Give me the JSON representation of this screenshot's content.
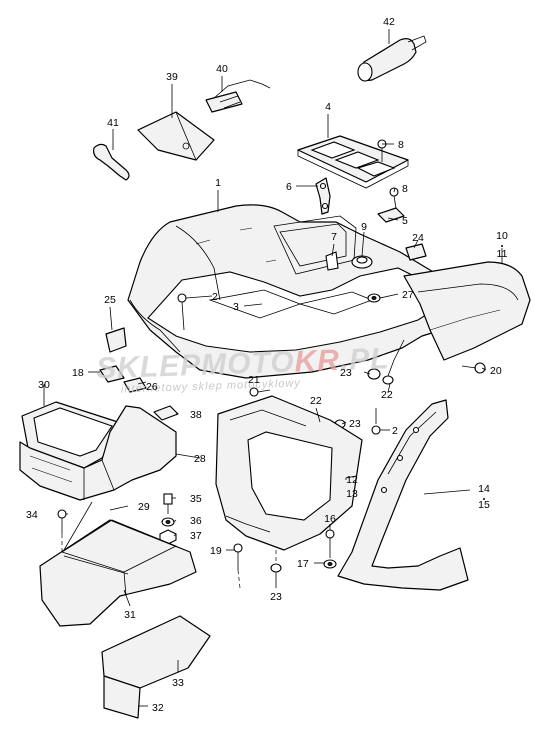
{
  "watermark": {
    "brand_a": "SKLEP",
    "brand_b": "MOTO",
    "brand_c": "KR",
    "brand_d": ".PL",
    "tagline": "internetowy sklep motocyklowy"
  },
  "callouts": [
    {
      "id": "c1",
      "text": "1"
    },
    {
      "id": "c2a",
      "text": "2"
    },
    {
      "id": "c2b",
      "text": "2"
    },
    {
      "id": "c3",
      "text": "3"
    },
    {
      "id": "c4",
      "text": "4"
    },
    {
      "id": "c5",
      "text": "5"
    },
    {
      "id": "c6",
      "text": "6"
    },
    {
      "id": "c7",
      "text": "7"
    },
    {
      "id": "c8a",
      "text": "8"
    },
    {
      "id": "c8b",
      "text": "8"
    },
    {
      "id": "c9",
      "text": "9"
    },
    {
      "id": "c10",
      "text": "10"
    },
    {
      "id": "c11",
      "text": "11"
    },
    {
      "id": "c12",
      "text": "12"
    },
    {
      "id": "c13",
      "text": "13"
    },
    {
      "id": "c14",
      "text": "14"
    },
    {
      "id": "c15",
      "text": "15"
    },
    {
      "id": "c16",
      "text": "16"
    },
    {
      "id": "c17",
      "text": "17"
    },
    {
      "id": "c18",
      "text": "18"
    },
    {
      "id": "c19",
      "text": "19"
    },
    {
      "id": "c20",
      "text": "20"
    },
    {
      "id": "c21",
      "text": "21"
    },
    {
      "id": "c22a",
      "text": "22"
    },
    {
      "id": "c22b",
      "text": "22"
    },
    {
      "id": "c23a",
      "text": "23"
    },
    {
      "id": "c23b",
      "text": "23"
    },
    {
      "id": "c23c",
      "text": "23"
    },
    {
      "id": "c24",
      "text": "24"
    },
    {
      "id": "c25",
      "text": "25"
    },
    {
      "id": "c26",
      "text": "26"
    },
    {
      "id": "c27",
      "text": "27"
    },
    {
      "id": "c28",
      "text": "28"
    },
    {
      "id": "c29",
      "text": "29"
    },
    {
      "id": "c30",
      "text": "30"
    },
    {
      "id": "c31",
      "text": "31"
    },
    {
      "id": "c32",
      "text": "32"
    },
    {
      "id": "c33",
      "text": "33"
    },
    {
      "id": "c34",
      "text": "34"
    },
    {
      "id": "c35",
      "text": "35"
    },
    {
      "id": "c36",
      "text": "36"
    },
    {
      "id": "c37",
      "text": "37"
    },
    {
      "id": "c38",
      "text": "38"
    },
    {
      "id": "c39",
      "text": "39"
    },
    {
      "id": "c40",
      "text": "40"
    },
    {
      "id": "c41",
      "text": "41"
    },
    {
      "id": "c42",
      "text": "42"
    }
  ]
}
